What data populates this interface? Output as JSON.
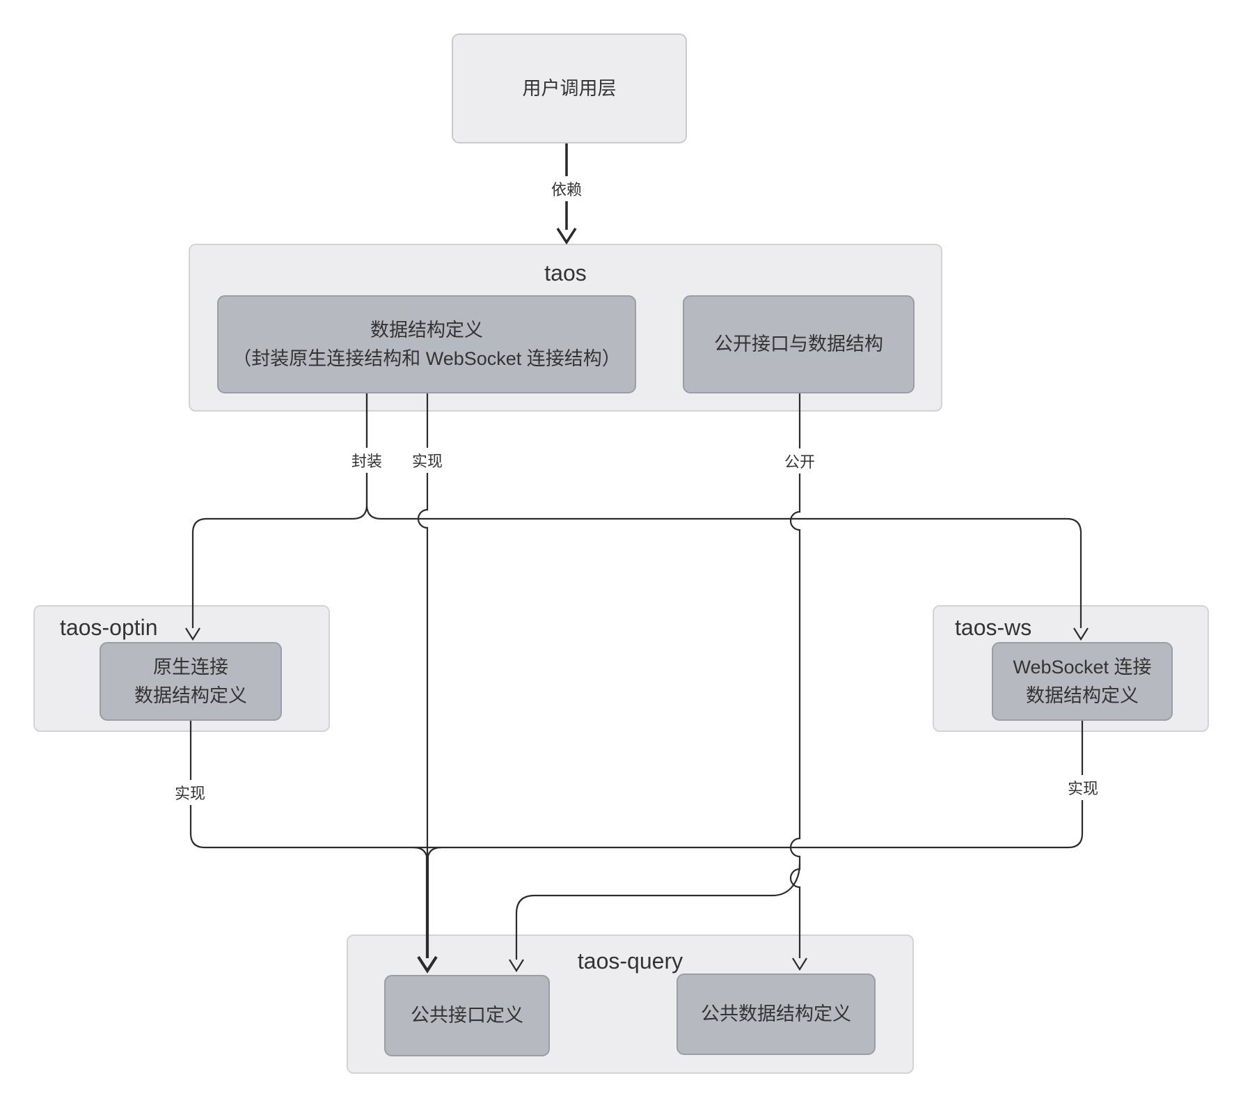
{
  "diagram": {
    "user_layer": {
      "label": "用户调用层"
    },
    "taos": {
      "title": "taos",
      "data_struct_line1": "数据结构定义",
      "data_struct_line2": "（封装原生连接结构和 WebSocket 连接结构）",
      "public_api": "公开接口与数据结构"
    },
    "taos_optin": {
      "title": "taos-optin",
      "node_line1": "原生连接",
      "node_line2": "数据结构定义"
    },
    "taos_ws": {
      "title": "taos-ws",
      "node_line1": "WebSocket 连接",
      "node_line2": "数据结构定义"
    },
    "taos_query": {
      "title": "taos-query",
      "public_interface": "公共接口定义",
      "public_data_struct": "公共数据结构定义"
    },
    "edge_labels": {
      "depend": "依赖",
      "wrap": "封装",
      "impl_taos": "实现",
      "impl_optin": "实现",
      "impl_ws": "实现",
      "publish": "公开"
    },
    "colors": {
      "line": "#2b2b2b",
      "subgraph_fill": "#ededef",
      "subgraph_border": "#d2d3d5",
      "node_fill": "#b6b9bf",
      "node_border": "#9a9da3",
      "text": "#333333",
      "background": "#ffffff"
    }
  }
}
